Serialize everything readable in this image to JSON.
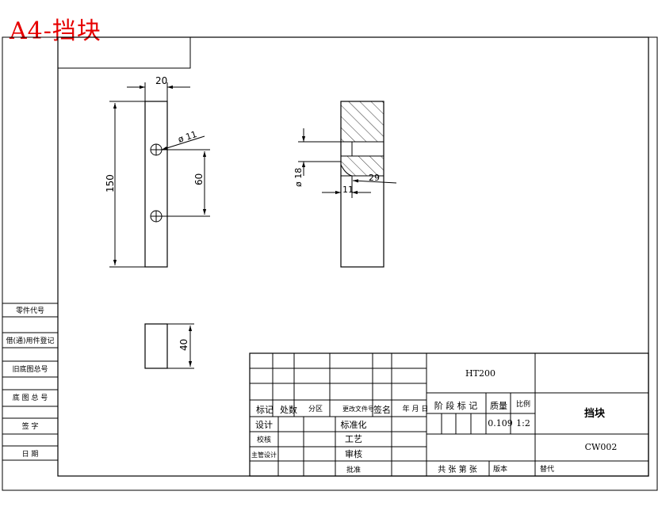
{
  "header_title": "A4-挡块",
  "dimensions": {
    "width_20": "20",
    "height_150": "150",
    "hole_dia_11": "ø 11",
    "spacing_60": "60",
    "dia_18": "ø 18",
    "depth_11": "11",
    "width_29": "29",
    "height_40": "40"
  },
  "left_block": {
    "row1": "零件代号",
    "row2": "借(通)用件登记",
    "row3": "旧底图总号",
    "row4": "底 图 总 号",
    "row5": "签    字",
    "row6": "日   期"
  },
  "title_block": {
    "material": "HT200",
    "part_name": "挡块",
    "drawing_no": "CW002",
    "h_mark": "标记",
    "h_count": "处数",
    "h_zone": "分区",
    "h_change_doc": "更改文件号",
    "h_sign": "签名",
    "h_date": "年 月 日",
    "design": "设计",
    "check": "校核",
    "chief": "主管设计",
    "standard": "标准化",
    "process": "工艺",
    "review": "审核",
    "approve": "批准",
    "stage_mark": "阶 段 标 记",
    "mass_label": "质量",
    "scale_label": "比例",
    "mass_value": "0.109",
    "scale_value": "1:2",
    "sheets": "共 张  第 张",
    "version": "版本",
    "replace": "替代"
  }
}
